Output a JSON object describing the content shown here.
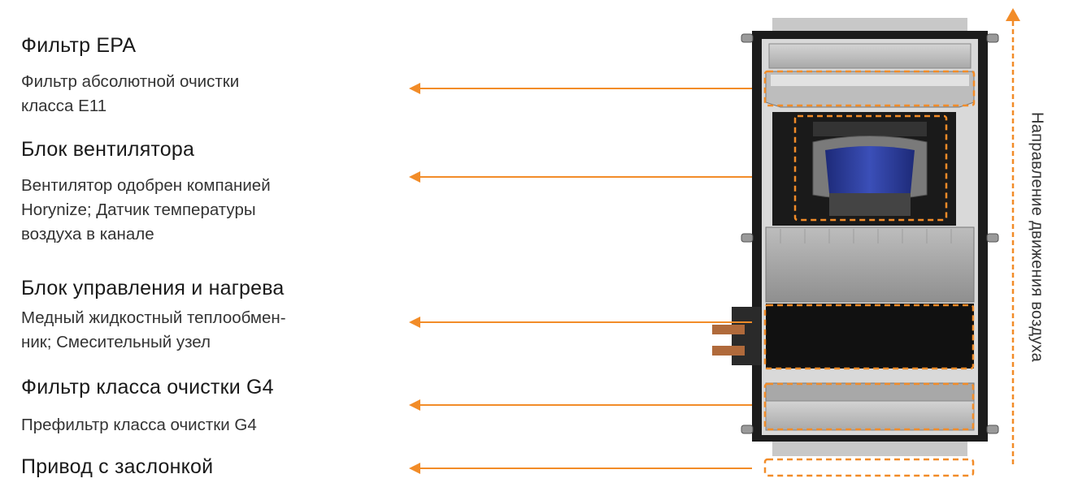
{
  "components": [
    {
      "title": "Фильтр ЕРА",
      "description": "Фильтр абсолютной очистки\nкласса E11"
    },
    {
      "title": "Блок вентилятора",
      "description": "Вентилятор одобрен компанией\nHorynize; Датчик температуры\nвоздуха в канале"
    },
    {
      "title": "Блок управления и нагрева",
      "description": "Медный жидкостный теплообмен-\nник; Смесительный узел"
    },
    {
      "title": "Фильтр класса очистки G4",
      "description": "Префильтр класса очистки G4"
    },
    {
      "title": "Привод с заслонкой"
    }
  ],
  "airflow_label": "Направление движения воздуха",
  "colors": {
    "accent": "#f28c28",
    "frame": "#1c1c1c",
    "fan": "#2b3a8f"
  }
}
